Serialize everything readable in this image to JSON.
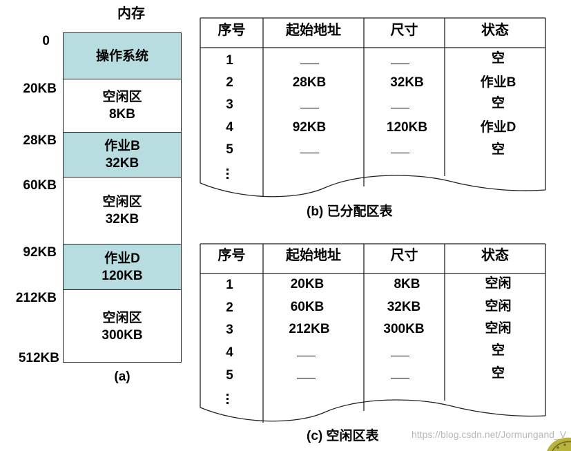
{
  "memory": {
    "title": "内存",
    "caption": "(a)",
    "addresses": [
      "0",
      "20KB",
      "28KB",
      "60KB",
      "92KB",
      "212KB",
      "512KB"
    ],
    "blocks": [
      {
        "lines": [
          "操作系统"
        ],
        "state": "used"
      },
      {
        "lines": [
          "空闲区",
          "8KB"
        ],
        "state": "free"
      },
      {
        "lines": [
          "作业B",
          "32KB"
        ],
        "state": "used"
      },
      {
        "lines": [
          "空闲区",
          "32KB"
        ],
        "state": "free"
      },
      {
        "lines": [
          "作业D",
          "120KB"
        ],
        "state": "used"
      },
      {
        "lines": [
          "空闲区",
          "300KB"
        ],
        "state": "free"
      }
    ],
    "colors": {
      "used": "#b7dde0",
      "free": "#ffffff"
    }
  },
  "allocated_table": {
    "caption": "(b)   已分配区表",
    "headers": [
      "序号",
      "起始地址",
      "尺寸",
      "状态"
    ],
    "rows": [
      [
        "1",
        "—",
        "—",
        "空"
      ],
      [
        "2",
        "28KB",
        "32KB",
        "作业B"
      ],
      [
        "3",
        "—",
        "—",
        "空"
      ],
      [
        "4",
        "92KB",
        "120KB",
        "作业D"
      ],
      [
        "5",
        "—",
        "—",
        "空"
      ]
    ],
    "continuation": "⋮"
  },
  "free_table": {
    "caption": "(c)   空闲区表",
    "headers": [
      "序号",
      "起始地址",
      "尺寸",
      "状态"
    ],
    "rows": [
      [
        "1",
        "20KB",
        "8KB",
        "空闲"
      ],
      [
        "2",
        "60KB",
        "32KB",
        "空闲"
      ],
      [
        "3",
        "212KB",
        "300KB",
        "空闲"
      ],
      [
        "4",
        "—",
        "—",
        "空"
      ],
      [
        "5",
        "—",
        "—",
        "空"
      ]
    ],
    "continuation": "⋮"
  },
  "watermark": "https://blog.csdn.net/Jormungand_V"
}
